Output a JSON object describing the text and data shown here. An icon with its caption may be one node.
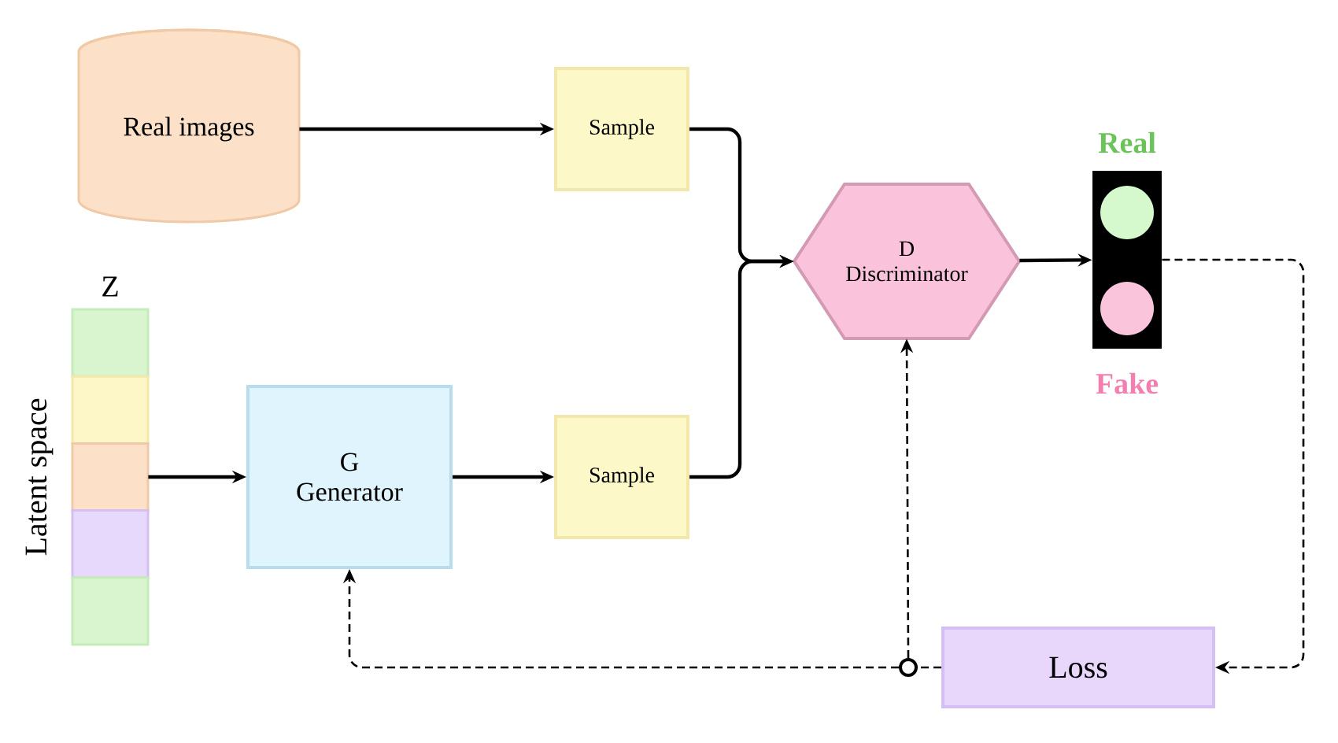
{
  "diagram": {
    "nodes": [
      {
        "text": [
          "Real images"
        ]
      },
      {
        "text": [
          "Sample"
        ]
      },
      {
        "text": [
          "Z"
        ],
        "beside": [
          "Latent space"
        ]
      },
      {
        "text": [
          "G Generator"
        ]
      },
      {
        "text": [
          "Sample"
        ]
      },
      {
        "text": [
          "D Discriminator"
        ]
      },
      {
        "text": [
          "Real",
          "Fake"
        ]
      },
      {
        "text": [
          "Loss"
        ]
      },
      {
        "text": [],
        "shape": "circle"
      }
    ],
    "edges": [
      {
        "from": 0,
        "to": 1,
        "arrow": "to"
      },
      {
        "from": 2,
        "to": 3,
        "arrow": "to"
      },
      {
        "from": 3,
        "to": 4,
        "arrow": "to"
      },
      {
        "from": 1,
        "to": 5,
        "arrow": "to"
      },
      {
        "from": 4,
        "to": 5,
        "arrow": "to"
      },
      {
        "from": 5,
        "to": 6,
        "arrow": "to"
      },
      {
        "from": 6,
        "to": 7,
        "arrow": "to",
        "style": "dashed"
      },
      {
        "from": 7,
        "to": 8,
        "arrow": "none",
        "style": "dashed"
      },
      {
        "from": 8,
        "to": 5,
        "arrow": "to",
        "style": "dashed"
      },
      {
        "from": 8,
        "to": 3,
        "arrow": "to",
        "style": "dashed"
      }
    ]
  }
}
